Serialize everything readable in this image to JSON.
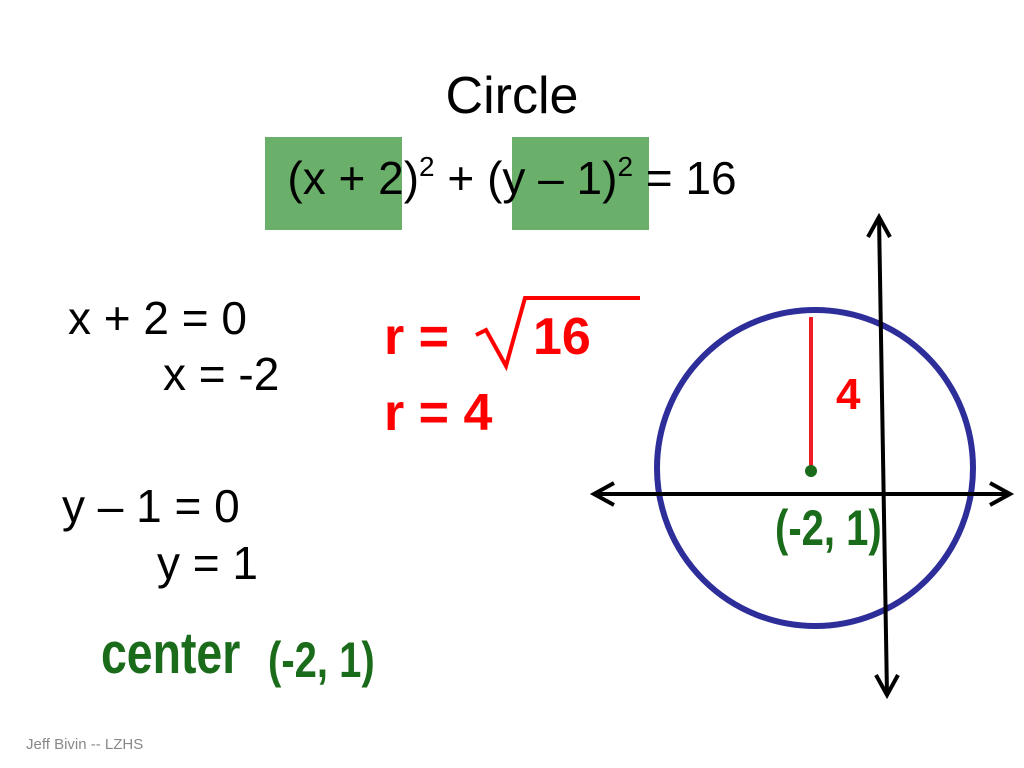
{
  "slide": {
    "title": "Circle",
    "equation": {
      "open_x": "(",
      "x_part": "x + 2",
      "close_x": ")",
      "exp_x": "2",
      "plus": " + ",
      "open_y": "(",
      "y_part": "y – 1",
      "close_y": ")",
      "exp_y": "2",
      "rhs": " = 16"
    },
    "work": {
      "x_line1": "x + 2 = 0",
      "x_line2": "x = -2",
      "y_line1": "y – 1 = 0",
      "y_line2": "y = 1"
    },
    "radius": {
      "line1_prefix": "r = ",
      "radicand": "16",
      "line2": "r = 4"
    },
    "center": {
      "word": "center",
      "value": "(-2, 1)"
    },
    "graph": {
      "center_label": "(-2, 1)",
      "radius_label": "4"
    },
    "footer": "Jeff Bivin -- LZHS"
  },
  "colors": {
    "highlight": "#6ab06a",
    "red": "#ff0000",
    "green": "#1a6b1a",
    "circle": "#2e2e9a",
    "axes": "#000000"
  }
}
